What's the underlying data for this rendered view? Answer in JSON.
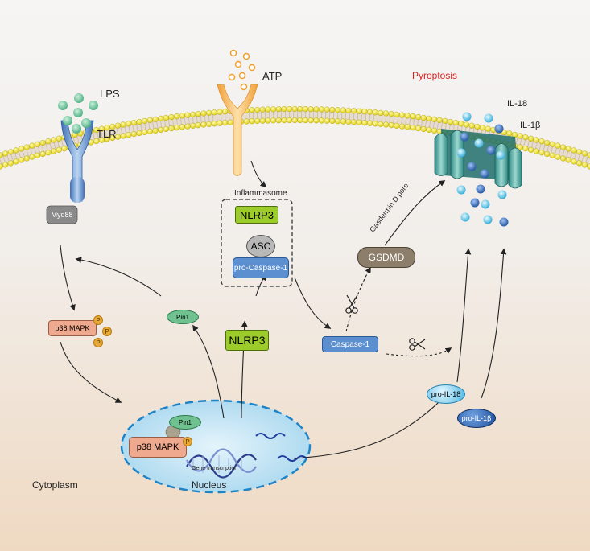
{
  "labels": {
    "lps": "LPS",
    "atp": "ATP",
    "tlr": "TLR",
    "pyroptosis": "Pyroptosis",
    "il18": "IL-18",
    "il1b": "IL-1β",
    "myd88": "Myd88",
    "inflammasome": "Inflammasome",
    "nlrp3": "NLRP3",
    "asc": "ASC",
    "pro_caspase1": "pro-Caspase-1",
    "gsdmd": "GSDMD",
    "gasdermin_pore": "Gasdermin D pore",
    "pin1": "Pin1",
    "p38": "p38 MAPK",
    "phospho": "P",
    "nlrp3_free": "NLRP3",
    "caspase1": "Caspase-1",
    "pro_il18": "pro-IL-18",
    "pro_il1b": "pro-IL-1β",
    "gene_transcription": "Gene transcription",
    "nucleus": "Nucleus",
    "cytoplasm": "Cytoplasm"
  },
  "colors": {
    "membrane_head": "#f4ea2a",
    "nlrp3": "#9ccc2a",
    "caspase": "#5b8fd0",
    "gsdmd": "#8c7e6a",
    "pin1": "#6fc28f",
    "p38": "#eea98e",
    "nucleus": "#bfe1f2",
    "pyroptosis": "#d81e1e"
  },
  "icons": [
    "lps-particle",
    "atp-particle",
    "scissors-icon",
    "dna-helix",
    "mrna-strand",
    "il18-particle",
    "il1b-particle"
  ]
}
